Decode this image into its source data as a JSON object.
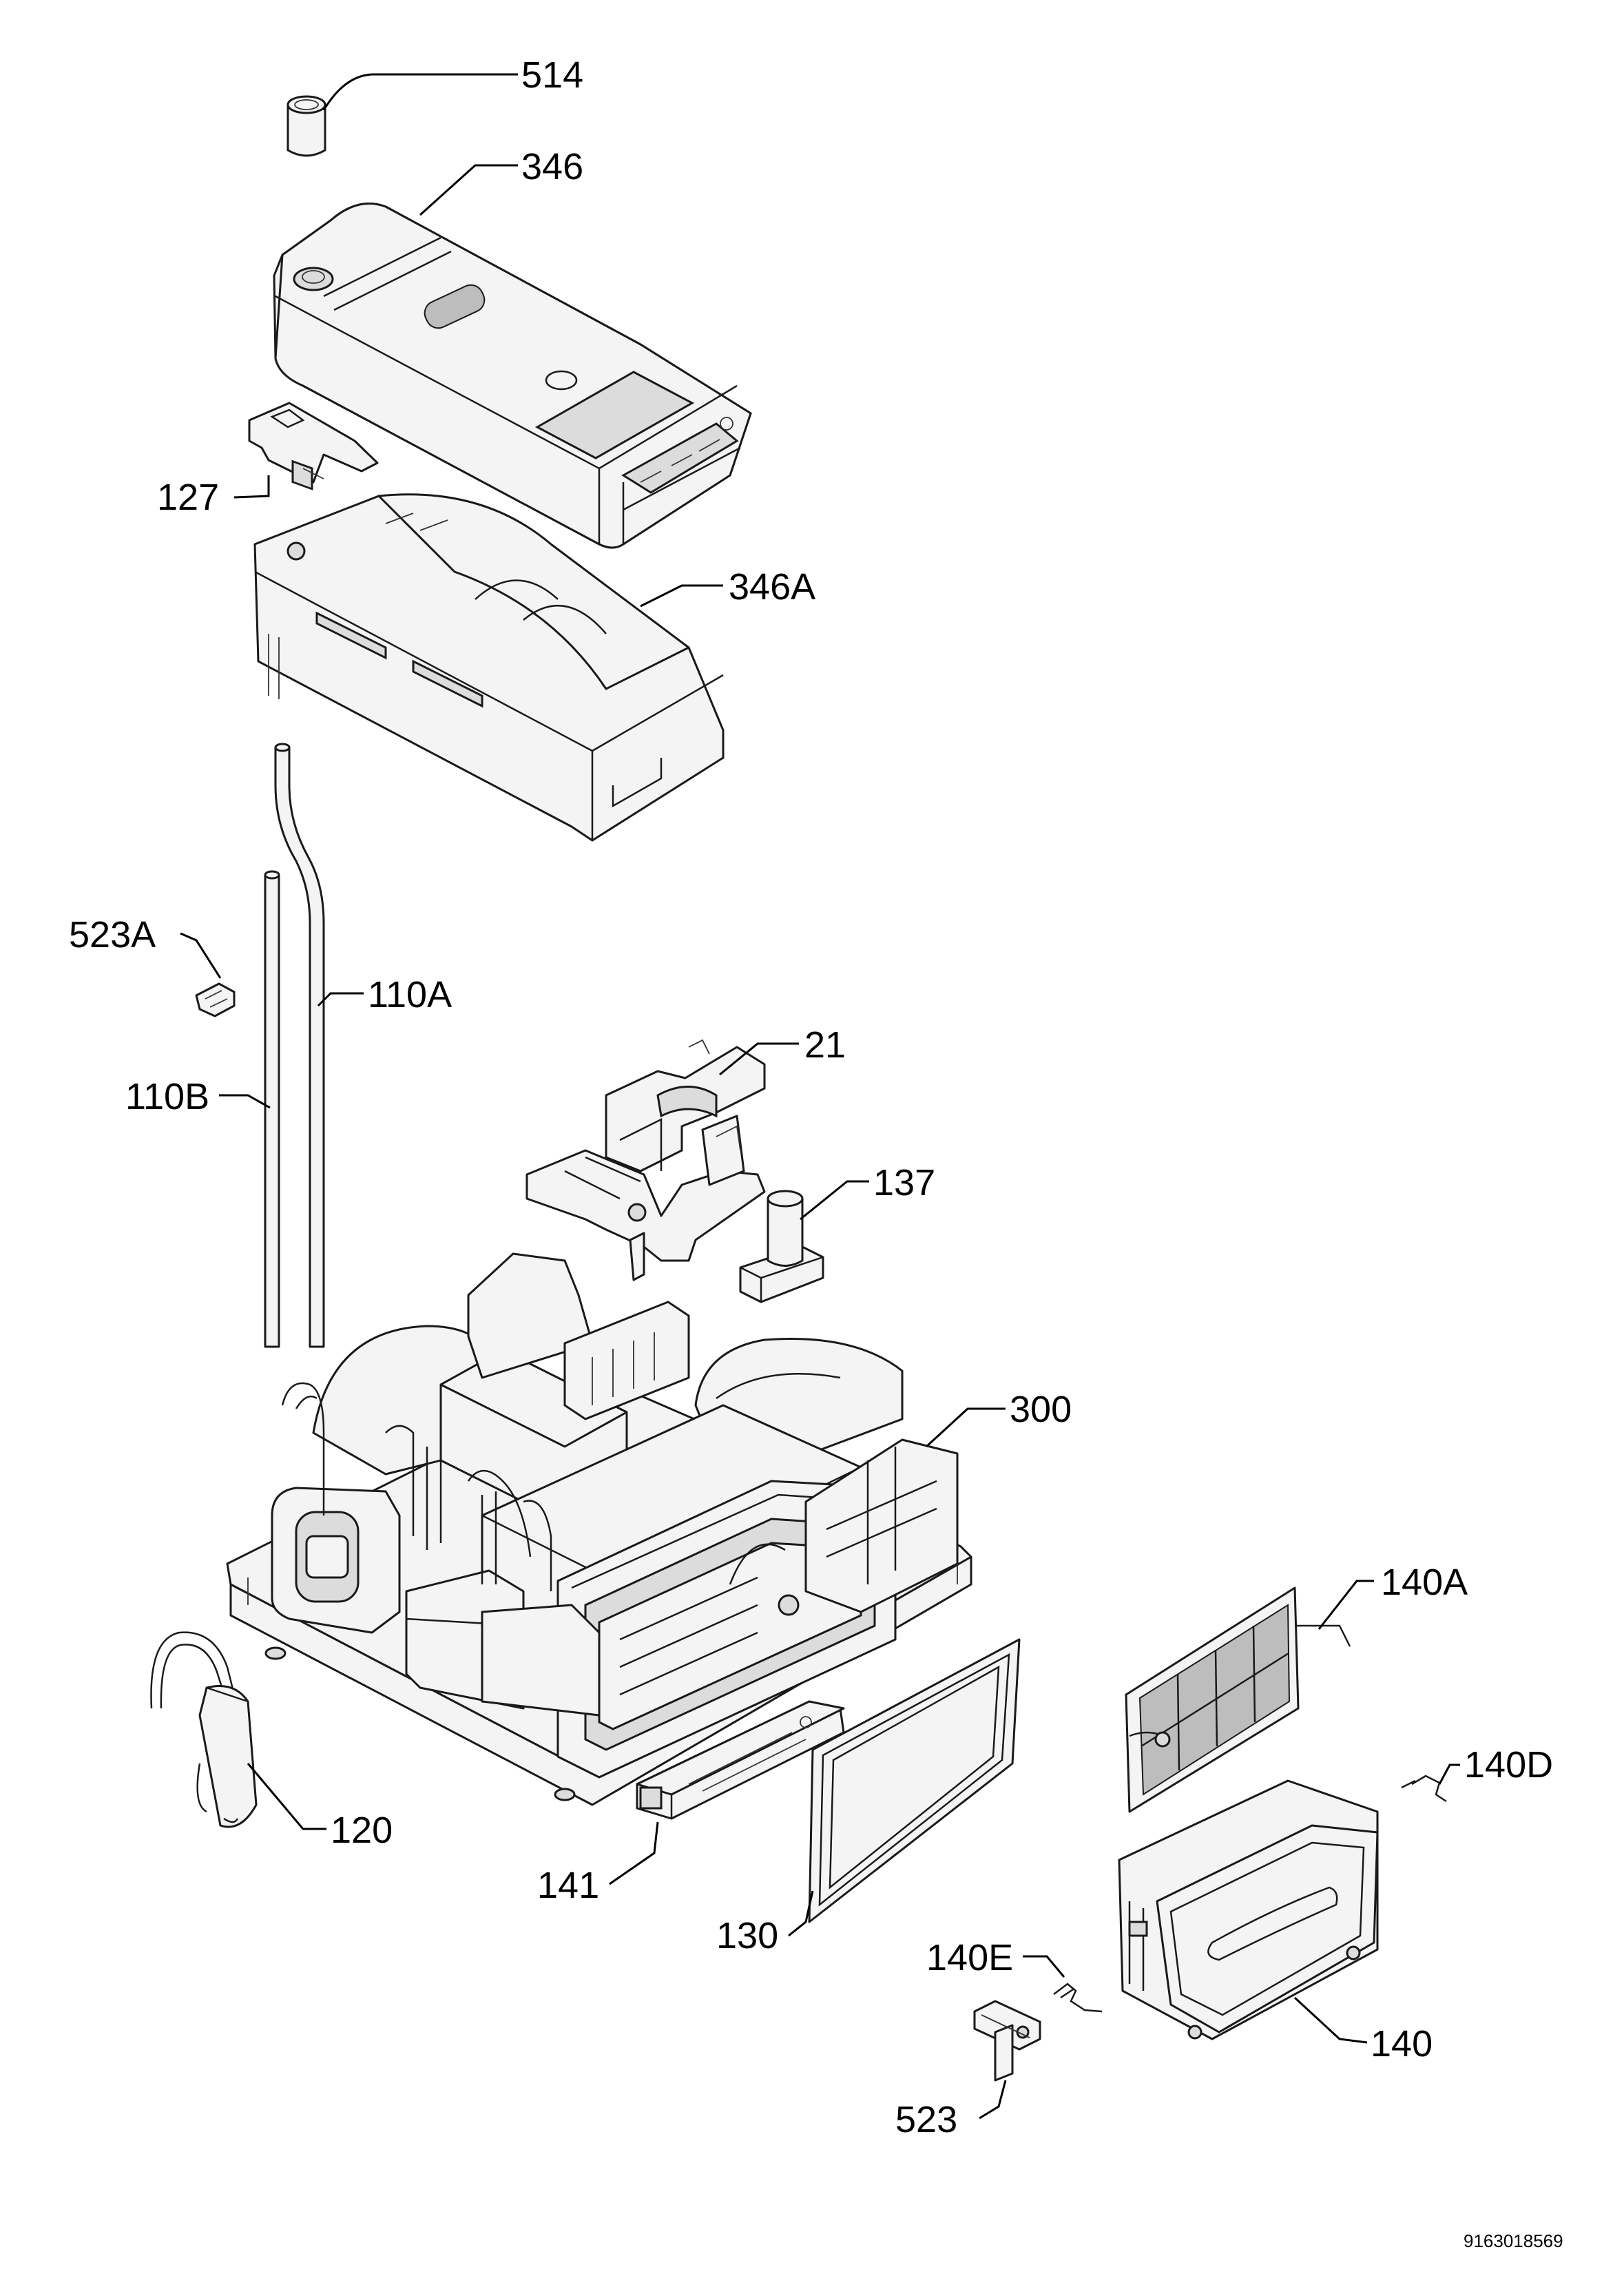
{
  "callouts": {
    "p514": "514",
    "p346": "346",
    "p127": "127",
    "p346A": "346A",
    "p523A": "523A",
    "p110A": "110A",
    "p110B": "110B",
    "p21": "21",
    "p137": "137",
    "p300": "300",
    "p140A": "140A",
    "p140D": "140D",
    "p120": "120",
    "p141": "141",
    "p130": "130",
    "p140E": "140E",
    "p140": "140",
    "p523": "523"
  },
  "document_number": "9163018569"
}
